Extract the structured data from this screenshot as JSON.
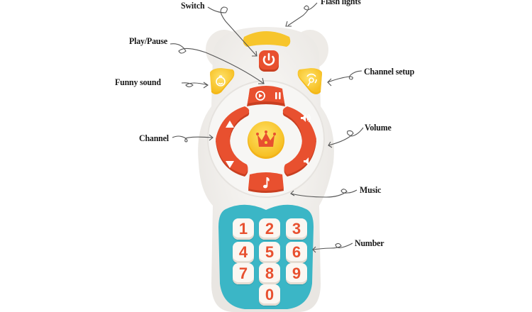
{
  "labels": {
    "switch": "Switch",
    "flash_lights": "Flash lights",
    "play_pause": "Play/Pause",
    "funny_sound": "Funny sound",
    "channel_setup": "Channel setup",
    "channel": "Channel",
    "volume": "Volume",
    "music": "Music",
    "number": "Number"
  },
  "keypad": [
    "1",
    "2",
    "3",
    "4",
    "5",
    "6",
    "7",
    "8",
    "9",
    "0"
  ],
  "colors": {
    "body": "#f1efec",
    "orange": "#e8502f",
    "yellow": "#f8c72e",
    "teal": "#3bb6c6",
    "key_text": "#e8502f"
  },
  "icons": [
    "power-icon",
    "play-icon",
    "pause-icon",
    "baby-face-icon",
    "signal-icon",
    "arrow-up-icon",
    "arrow-down-icon",
    "volume-up-icon",
    "volume-down-icon",
    "crown-icon",
    "music-note-icon"
  ]
}
